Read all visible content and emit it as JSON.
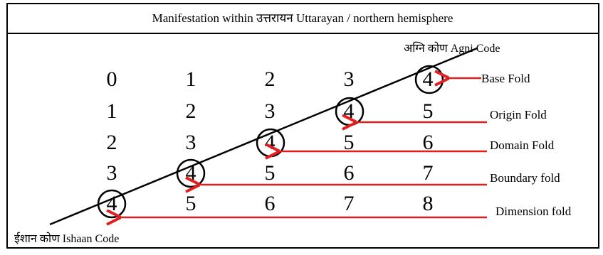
{
  "title": "Manifestation within उत्तरायन  Uttarayan / northern hemisphere",
  "agni_label": "अग्नि कोण  Agni Code",
  "ishaan_label": "ईशान  कोण   Ishaan Code",
  "grid": [
    [
      "0",
      "1",
      "2",
      "3",
      "4"
    ],
    [
      "1",
      "2",
      "3",
      "4",
      "5"
    ],
    [
      "2",
      "3",
      "4",
      "5",
      "6"
    ],
    [
      "3",
      "4",
      "5",
      "6",
      "7"
    ],
    [
      "4",
      "5",
      "6",
      "7",
      "8"
    ]
  ],
  "circled": [
    [
      0,
      4
    ],
    [
      1,
      3
    ],
    [
      2,
      2
    ],
    [
      3,
      1
    ],
    [
      4,
      0
    ]
  ],
  "folds": [
    "Base Fold",
    "Origin Fold",
    "Domain Fold",
    "Boundary fold",
    "Dimension fold"
  ],
  "colors": {
    "arrow": "#e02020",
    "line": "#000000",
    "border": "#000000"
  }
}
